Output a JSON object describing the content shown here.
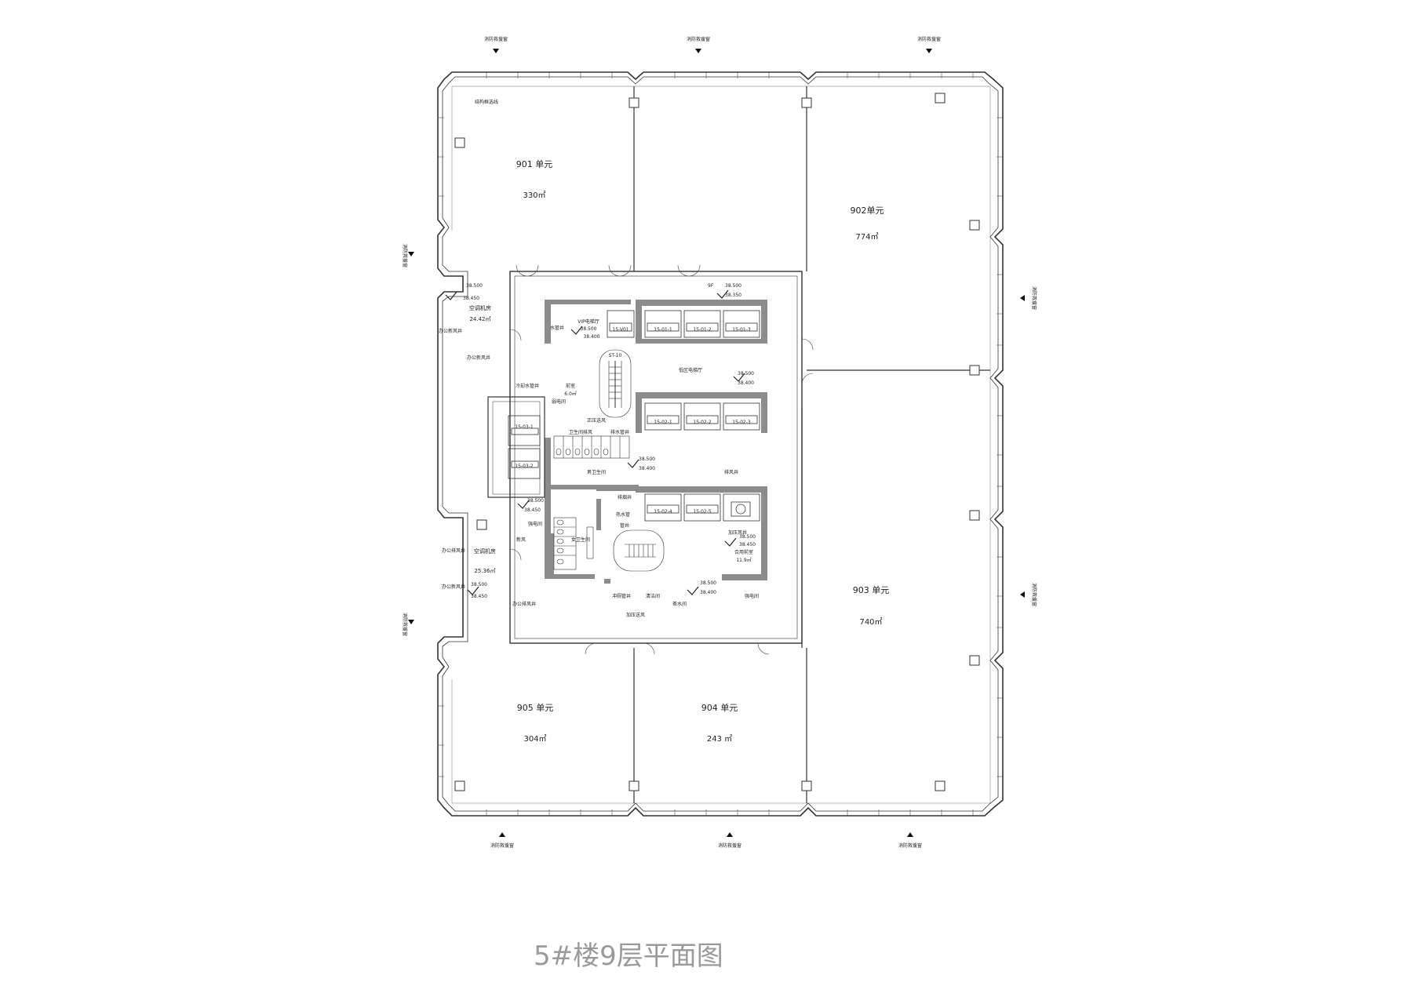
{
  "title": "5#楼9层平面图",
  "fire_window_label": "消防救援窗",
  "units": [
    {
      "id": "u901",
      "name": "901 单元",
      "area": "330㎡"
    },
    {
      "id": "u902",
      "name": "902单元",
      "area": "774㎡"
    },
    {
      "id": "u903",
      "name": "903 单元",
      "area": "740㎡"
    },
    {
      "id": "u904",
      "name": "904 单元",
      "area": "243 ㎡"
    },
    {
      "id": "u905",
      "name": "905 单元",
      "area": "304㎡"
    }
  ],
  "corner_note": "结构框选线",
  "rooms": {
    "ac_room_top": {
      "name": "空调机房",
      "area": "24.42㎡",
      "elev_top": "38.500",
      "elev_bottom": "38.450"
    },
    "ac_room_bottom": {
      "name": "空调机房",
      "area": "25.36㎡",
      "elev_top": "38.500",
      "elev_bottom": "38.450"
    },
    "vip_lobby": {
      "name": "VIP电梯厅",
      "elev_top": "38.500",
      "elev_bottom": "38.400"
    },
    "low_zone_lobby": {
      "name": "低区电梯厅",
      "elev_top": "38.500",
      "elev_bottom": "38.400"
    },
    "floor_marker": {
      "floor": "9F",
      "elev_top": "38.500",
      "elev_bottom": "38.350"
    },
    "mens_wc": {
      "name": "男卫生间",
      "elev_top": "38.500",
      "elev_bottom": "38.400"
    },
    "womens_wc": {
      "name": "女卫生间"
    },
    "left_corridor": {
      "elev_top": "38.500",
      "elev_bottom": "38.450"
    },
    "meter_room": {
      "name": "合用前室",
      "area": "11.9㎡",
      "elev_top": "38.500",
      "elev_bottom": "38.450"
    },
    "bottom_lobby": {
      "elev_top": "38.500",
      "elev_bottom": "38.400"
    },
    "smoke_room": {
      "name": "前室",
      "area": "6.0㎡"
    }
  },
  "elevators": {
    "row1": [
      "15-01-1",
      "15-01-2",
      "15-01-3"
    ],
    "vip": "15-V01",
    "row2": [
      "15-02-1",
      "15-02-2",
      "15-02-3"
    ],
    "row3": [
      "15-02-4",
      "15-02-5"
    ],
    "left": [
      "15-03-1",
      "15-03-2"
    ],
    "stair": "ST-10"
  },
  "shaft_labels": {
    "office_air_1": "办公新风井",
    "office_air_2": "办公新风井",
    "office_exhaust": "办公排风井",
    "office_air_3": "办公新风井",
    "office_air_4": "办公排风井",
    "cooling": "冷却水管井",
    "water": "水管井",
    "elec": "强电间",
    "weak": "弱电间",
    "fresh_air": "新风",
    "pressure": "正压送风",
    "exhaust": "排风井",
    "toilet_exhaust": "卫生间排风",
    "drain": "排水管井",
    "pressure_2": "加压风井",
    "smoke": "排烟井",
    "hot_water": "热水管",
    "cleaning": "清洁间",
    "tea": "茶水间",
    "pipe": "管井",
    "flush": "冲厕管井",
    "strong_elec": "强电间",
    "pressure_3": "加压送风"
  }
}
